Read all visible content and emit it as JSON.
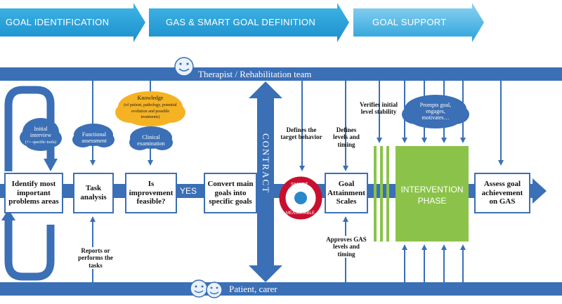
{
  "phases": [
    {
      "label": "GOAL IDENTIFICATION"
    },
    {
      "label": "GAS & SMART GOAL DEFINITION"
    },
    {
      "label": "GOAL SUPPORT"
    }
  ],
  "bands": {
    "therapist": "Therapist / Rehabilitation team",
    "patient": "Patient, carer"
  },
  "clouds": {
    "initial_interview": "Initial interview",
    "initial_interview_sub": "(+/- specific tools)",
    "functional_assessment": "Functional assessment",
    "clinical_examination": "Clinical examination",
    "knowledge": "Knowledge",
    "knowledge_sub": "(of patient, pathology, potential evolution and possible treatments)",
    "prompts": "Prompts goal, engages, motivates…"
  },
  "boxes": {
    "identify": "Identify most important problems areas",
    "task": "Task analysis",
    "feasible": "Is improvement feasible?",
    "convert": "Convert main goals into specific goals",
    "gas": "Goal Attainment Scales",
    "intervention": "INTERVENTION PHASE",
    "assess": "Assess goal achievement on GAS"
  },
  "labels": {
    "yes": "YES",
    "contract": "CONTRACT",
    "defines_target": "Defines the target behavior",
    "defines_levels": "Defines levels and timing",
    "verifies": "Verifies initial level stability",
    "reports": "Reports or performs the tasks",
    "approves": "Approves GAS levels and timing",
    "smart_top": "SMART",
    "smart_bottom": "MEASURABLE"
  },
  "colors": {
    "blue": "#3b6fb6",
    "phase_blue": "#1f9fd6",
    "green": "#8bc34a",
    "knowledge_yellow": "#f5b324",
    "target_red": "#c8102e"
  }
}
